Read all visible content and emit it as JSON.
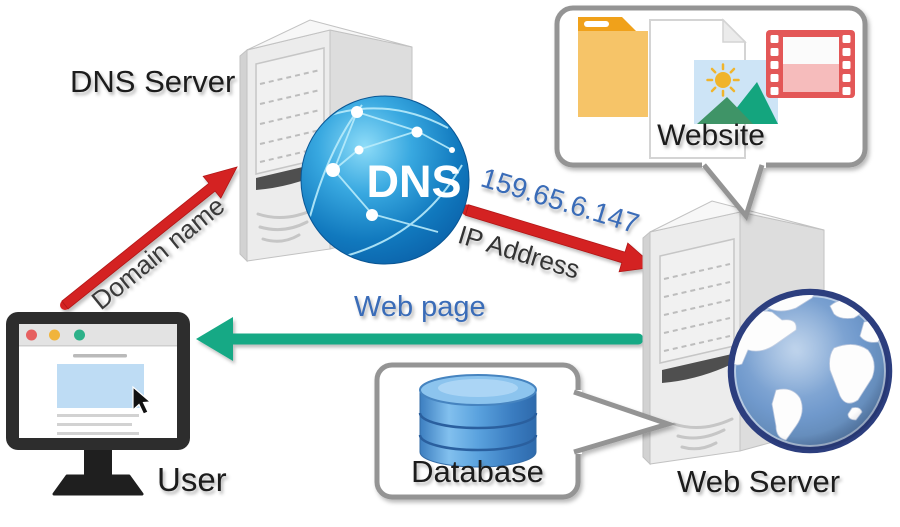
{
  "nodes": {
    "dns_server": {
      "label": "DNS Server"
    },
    "web_server": {
      "label": "Web Server"
    },
    "user": {
      "label": "User"
    }
  },
  "globes": {
    "dns": {
      "label": "DNS"
    }
  },
  "callouts": {
    "website": {
      "label": "Website",
      "icons": [
        "folder-icon",
        "document-icon",
        "image-icon",
        "film-icon"
      ]
    },
    "database": {
      "label": "Database",
      "icons": [
        "database-icon"
      ]
    }
  },
  "arrows": {
    "domain_name": {
      "label": "Domain name",
      "from": "User",
      "to": "DNS Server",
      "color": "#d42222"
    },
    "ip_address": {
      "value": "159.65.6.147",
      "label": "IP Address",
      "from": "DNS Server",
      "to": "Web Server",
      "color": "#d42222"
    },
    "web_page": {
      "label": "Web page",
      "from": "Web Server",
      "to": "User",
      "color": "#18a985"
    }
  },
  "colors": {
    "arrow_red": "#d42222",
    "arrow_green": "#18a985",
    "label_blue": "#3a6cb8",
    "label_dark": "#1c1c1c",
    "callout_border": "#949494",
    "dns_globe_blue": "#1179be",
    "web_globe_ring": "#2c3e7e",
    "folder_orange": "#f6c468",
    "film_red": "#e35757",
    "database_blue": "#4a90d0",
    "monitor_frame": "#2d2d2d"
  }
}
